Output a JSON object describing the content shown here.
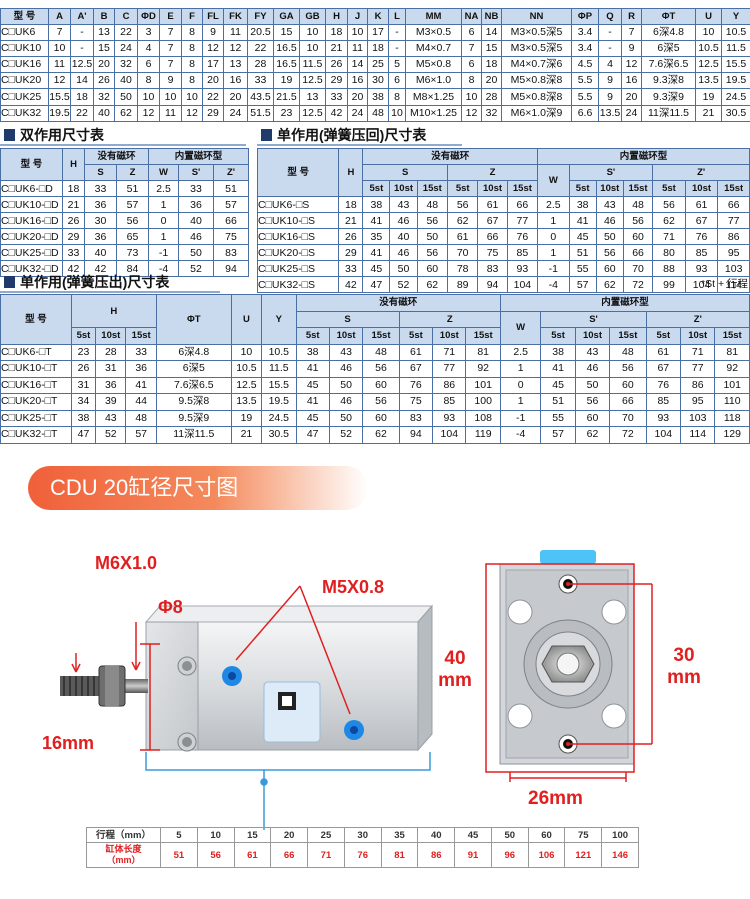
{
  "main_table": {
    "headers": [
      "型 号",
      "A",
      "A'",
      "B",
      "C",
      "ΦD",
      "E",
      "F",
      "FL",
      "FK",
      "FY",
      "GA",
      "GB",
      "H",
      "J",
      "K",
      "L",
      "MM",
      "NA",
      "NB",
      "NN",
      "ΦP",
      "Q",
      "R",
      "ΦT",
      "U",
      "Y"
    ],
    "rows": [
      [
        "C□UK6",
        "7",
        "-",
        "13",
        "22",
        "3",
        "7",
        "8",
        "9",
        "11",
        "20.5",
        "15",
        "10",
        "18",
        "10",
        "17",
        "-",
        "M3×0.5",
        "6",
        "14",
        "M3×0.5深5",
        "3.4",
        "-",
        "7",
        "6深4.8",
        "10",
        "10.5"
      ],
      [
        "C□UK10",
        "10",
        "-",
        "15",
        "24",
        "4",
        "7",
        "8",
        "12",
        "12",
        "22",
        "16.5",
        "10",
        "21",
        "11",
        "18",
        "-",
        "M4×0.7",
        "7",
        "15",
        "M3×0.5深5",
        "3.4",
        "-",
        "9",
        "6深5",
        "10.5",
        "11.5"
      ],
      [
        "C□UK16",
        "11",
        "12.5",
        "20",
        "32",
        "6",
        "7",
        "8",
        "17",
        "13",
        "28",
        "16.5",
        "11.5",
        "26",
        "14",
        "25",
        "5",
        "M5×0.8",
        "6",
        "18",
        "M4×0.7深6",
        "4.5",
        "4",
        "12",
        "7.6深6.5",
        "12.5",
        "15.5"
      ],
      [
        "C□UK20",
        "12",
        "14",
        "26",
        "40",
        "8",
        "9",
        "8",
        "20",
        "16",
        "33",
        "19",
        "12.5",
        "29",
        "16",
        "30",
        "6",
        "M6×1.0",
        "8",
        "20",
        "M5×0.8深8",
        "5.5",
        "9",
        "16",
        "9.3深8",
        "13.5",
        "19.5"
      ],
      [
        "C□UK25",
        "15.5",
        "18",
        "32",
        "50",
        "10",
        "10",
        "10",
        "22",
        "20",
        "43.5",
        "21.5",
        "13",
        "33",
        "20",
        "38",
        "8",
        "M8×1.25",
        "10",
        "28",
        "M5×0.8深8",
        "5.5",
        "9",
        "20",
        "9.3深9",
        "19",
        "24.5"
      ],
      [
        "C□UK32",
        "19.5",
        "22",
        "40",
        "62",
        "12",
        "11",
        "12",
        "29",
        "24",
        "51.5",
        "23",
        "12.5",
        "42",
        "24",
        "48",
        "10",
        "M10×1.25",
        "12",
        "32",
        "M6×1.0深9",
        "6.6",
        "13.5",
        "24",
        "11深11.5",
        "21",
        "30.5"
      ]
    ]
  },
  "double_table": {
    "title": "双作用尺寸表",
    "h_model": "型 号",
    "h_h": "H",
    "h_no_mag": "没有磁环",
    "h_mag": "内置磁环型",
    "sub": [
      "W",
      "S",
      "Z",
      "W",
      "S'",
      "Z'"
    ],
    "rows": [
      [
        "C□UK6-□D",
        "18",
        "33",
        "51",
        "2.5",
        "33",
        "51"
      ],
      [
        "C□UK10-□D",
        "21",
        "36",
        "57",
        "1",
        "36",
        "57"
      ],
      [
        "C□UK16-□D",
        "26",
        "30",
        "56",
        "0",
        "40",
        "66"
      ],
      [
        "C□UK20-□D",
        "29",
        "36",
        "65",
        "1",
        "46",
        "75"
      ],
      [
        "C□UK25-□D",
        "33",
        "40",
        "73",
        "-1",
        "50",
        "83"
      ],
      [
        "C□UK32-□D",
        "42",
        "42",
        "84",
        "-4",
        "52",
        "94"
      ]
    ]
  },
  "ret_table": {
    "title": "单作用(弹簧压回)尺寸表",
    "h_model": "型 号",
    "h_h": "H",
    "h_no_mag": "没有磁环",
    "h_mag": "内置磁环型",
    "h_s": "S",
    "h_z": "Z",
    "h_w": "W",
    "h_s2": "S'",
    "h_z2": "Z'",
    "st": [
      "5st",
      "10st",
      "15st",
      "5st",
      "10st",
      "15st",
      "5st",
      "10st",
      "15st",
      "5st",
      "10st",
      "15st"
    ],
    "rows": [
      [
        "C□UK6-□S",
        "18",
        "38",
        "43",
        "48",
        "56",
        "61",
        "66",
        "2.5",
        "38",
        "43",
        "48",
        "56",
        "61",
        "66"
      ],
      [
        "C□UK10-□S",
        "21",
        "41",
        "46",
        "56",
        "62",
        "67",
        "77",
        "1",
        "41",
        "46",
        "56",
        "62",
        "67",
        "77"
      ],
      [
        "C□UK16-□S",
        "26",
        "35",
        "40",
        "50",
        "61",
        "66",
        "76",
        "0",
        "45",
        "50",
        "60",
        "71",
        "76",
        "86"
      ],
      [
        "C□UK20-□S",
        "29",
        "41",
        "46",
        "56",
        "70",
        "75",
        "85",
        "1",
        "51",
        "56",
        "66",
        "80",
        "85",
        "95"
      ],
      [
        "C□UK25-□S",
        "33",
        "45",
        "50",
        "60",
        "78",
        "83",
        "93",
        "-1",
        "55",
        "60",
        "70",
        "88",
        "93",
        "103"
      ],
      [
        "C□UK32-□S",
        "42",
        "47",
        "52",
        "62",
        "89",
        "94",
        "104",
        "-4",
        "57",
        "62",
        "72",
        "99",
        "104",
        "114"
      ]
    ]
  },
  "ext_table": {
    "title": "单作用(弹簧压出)尺寸表",
    "note": "*St + 行程",
    "h_model": "型 号",
    "h_h": "H",
    "h_t": "ΦT",
    "h_u": "U",
    "h_y": "Y",
    "h_no_mag": "没有磁环",
    "h_mag": "内置磁环型",
    "h_s": "S",
    "h_z": "Z",
    "h_w": "W",
    "h_s2": "S'",
    "h_z2": "Z'",
    "st": [
      "5st",
      "10st",
      "15st",
      "5st",
      "10st",
      "15st",
      "5st",
      "10st",
      "15st",
      "5st",
      "10st",
      "15st",
      "5st",
      "10st",
      "15st"
    ],
    "rows": [
      [
        "C□UK6-□T",
        "23",
        "28",
        "33",
        "6深4.8",
        "10",
        "10.5",
        "38",
        "43",
        "48",
        "61",
        "71",
        "81",
        "2.5",
        "38",
        "43",
        "48",
        "61",
        "71",
        "81"
      ],
      [
        "C□UK10-□T",
        "26",
        "31",
        "36",
        "6深5",
        "10.5",
        "11.5",
        "41",
        "46",
        "56",
        "67",
        "77",
        "92",
        "1",
        "41",
        "46",
        "56",
        "67",
        "77",
        "92"
      ],
      [
        "C□UK16-□T",
        "31",
        "36",
        "41",
        "7.6深6.5",
        "12.5",
        "15.5",
        "45",
        "50",
        "60",
        "76",
        "86",
        "101",
        "0",
        "45",
        "50",
        "60",
        "76",
        "86",
        "101"
      ],
      [
        "C□UK20-□T",
        "34",
        "39",
        "44",
        "9.5深8",
        "13.5",
        "19.5",
        "41",
        "46",
        "56",
        "75",
        "85",
        "100",
        "1",
        "51",
        "56",
        "66",
        "85",
        "95",
        "110"
      ],
      [
        "C□UK25-□T",
        "38",
        "43",
        "48",
        "9.5深9",
        "19",
        "24.5",
        "45",
        "50",
        "60",
        "83",
        "93",
        "108",
        "-1",
        "55",
        "60",
        "70",
        "93",
        "103",
        "118"
      ],
      [
        "C□UK32-□T",
        "47",
        "52",
        "57",
        "11深11.5",
        "21",
        "30.5",
        "47",
        "52",
        "62",
        "94",
        "104",
        "119",
        "-4",
        "57",
        "62",
        "72",
        "104",
        "114",
        "129"
      ]
    ]
  },
  "drawing": {
    "banner": "CDU 20缸径尺寸图",
    "label_rod_thread": "M6X1.0",
    "label_rod_dia": "Φ8",
    "label_port": "M5X0.8",
    "label_16": "16mm",
    "label_40": "40",
    "label_40_unit": "mm",
    "label_30": "30",
    "label_30_unit": "mm",
    "label_26": "26mm"
  },
  "stroke_table": {
    "stroke_label": "行程（mm）",
    "length_label_1": "缸体长度",
    "length_label_2": "（mm）",
    "strokes": [
      "5",
      "10",
      "15",
      "20",
      "25",
      "30",
      "35",
      "40",
      "45",
      "50",
      "60",
      "75",
      "100"
    ],
    "lengths": [
      "51",
      "56",
      "61",
      "66",
      "71",
      "76",
      "81",
      "86",
      "91",
      "96",
      "106",
      "121",
      "146"
    ]
  },
  "colors": {
    "header_bg": "#c9d9ee",
    "border": "#4a6fa5",
    "accent_red": "#e02020",
    "banner": "#f0603a",
    "port_blue": "#1e88e5"
  }
}
